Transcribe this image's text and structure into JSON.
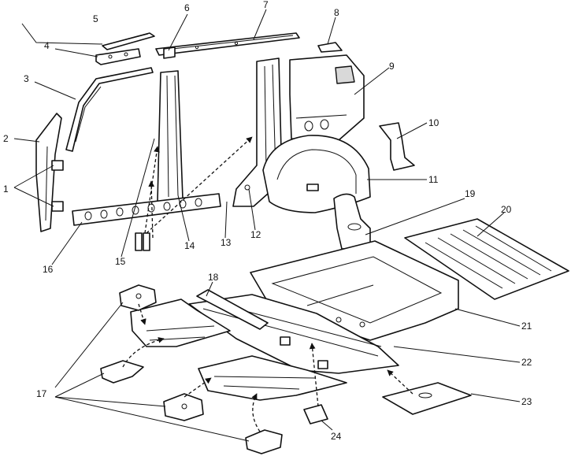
{
  "callouts": [
    "1",
    "2",
    "3",
    "4",
    "5",
    "6",
    "7",
    "8",
    "9",
    "10",
    "11",
    "12",
    "13",
    "14",
    "15",
    "16",
    "17",
    "18",
    "19",
    "20",
    "21",
    "22",
    "23",
    "24"
  ]
}
